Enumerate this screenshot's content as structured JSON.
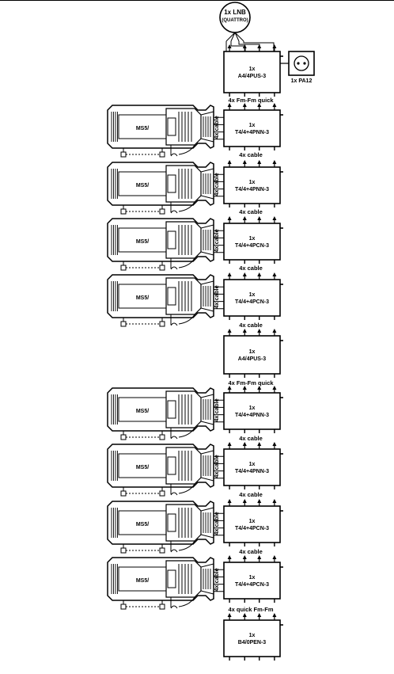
{
  "lnb": {
    "line1": "1x LNB",
    "line2": "(QUATTRO)"
  },
  "psu": {
    "label": "1x PA12"
  },
  "amplifier_top": {
    "qty": "1x",
    "model": "A4/4PUS-3"
  },
  "amplifier_mid": {
    "qty": "1x",
    "model": "A4/4PUS-3"
  },
  "terminator": {
    "qty": "1x",
    "model": "B4/0PEN-3"
  },
  "cable_labels": {
    "fm_quick": "4x Fm-Fm quick",
    "quick_fm": "4x quick Fm-Fm",
    "cable": "4x cable"
  },
  "switches": [
    {
      "qty": "1x",
      "model": "T4/4+4PNN-3"
    },
    {
      "qty": "1x",
      "model": "T4/4+4PNN-3"
    },
    {
      "qty": "1x",
      "model": "T4/4+4PCN-3"
    },
    {
      "qty": "1x",
      "model": "T4/4+4PCN-3"
    },
    {
      "qty": "1x",
      "model": "T4/4+4PNN-3"
    },
    {
      "qty": "1x",
      "model": "T4/4+4PNN-3"
    },
    {
      "qty": "1x",
      "model": "T4/4+4PCN-3"
    },
    {
      "qty": "1x",
      "model": "T4/4+4PCN-3"
    }
  ],
  "receiver": {
    "label": "MS5/"
  }
}
